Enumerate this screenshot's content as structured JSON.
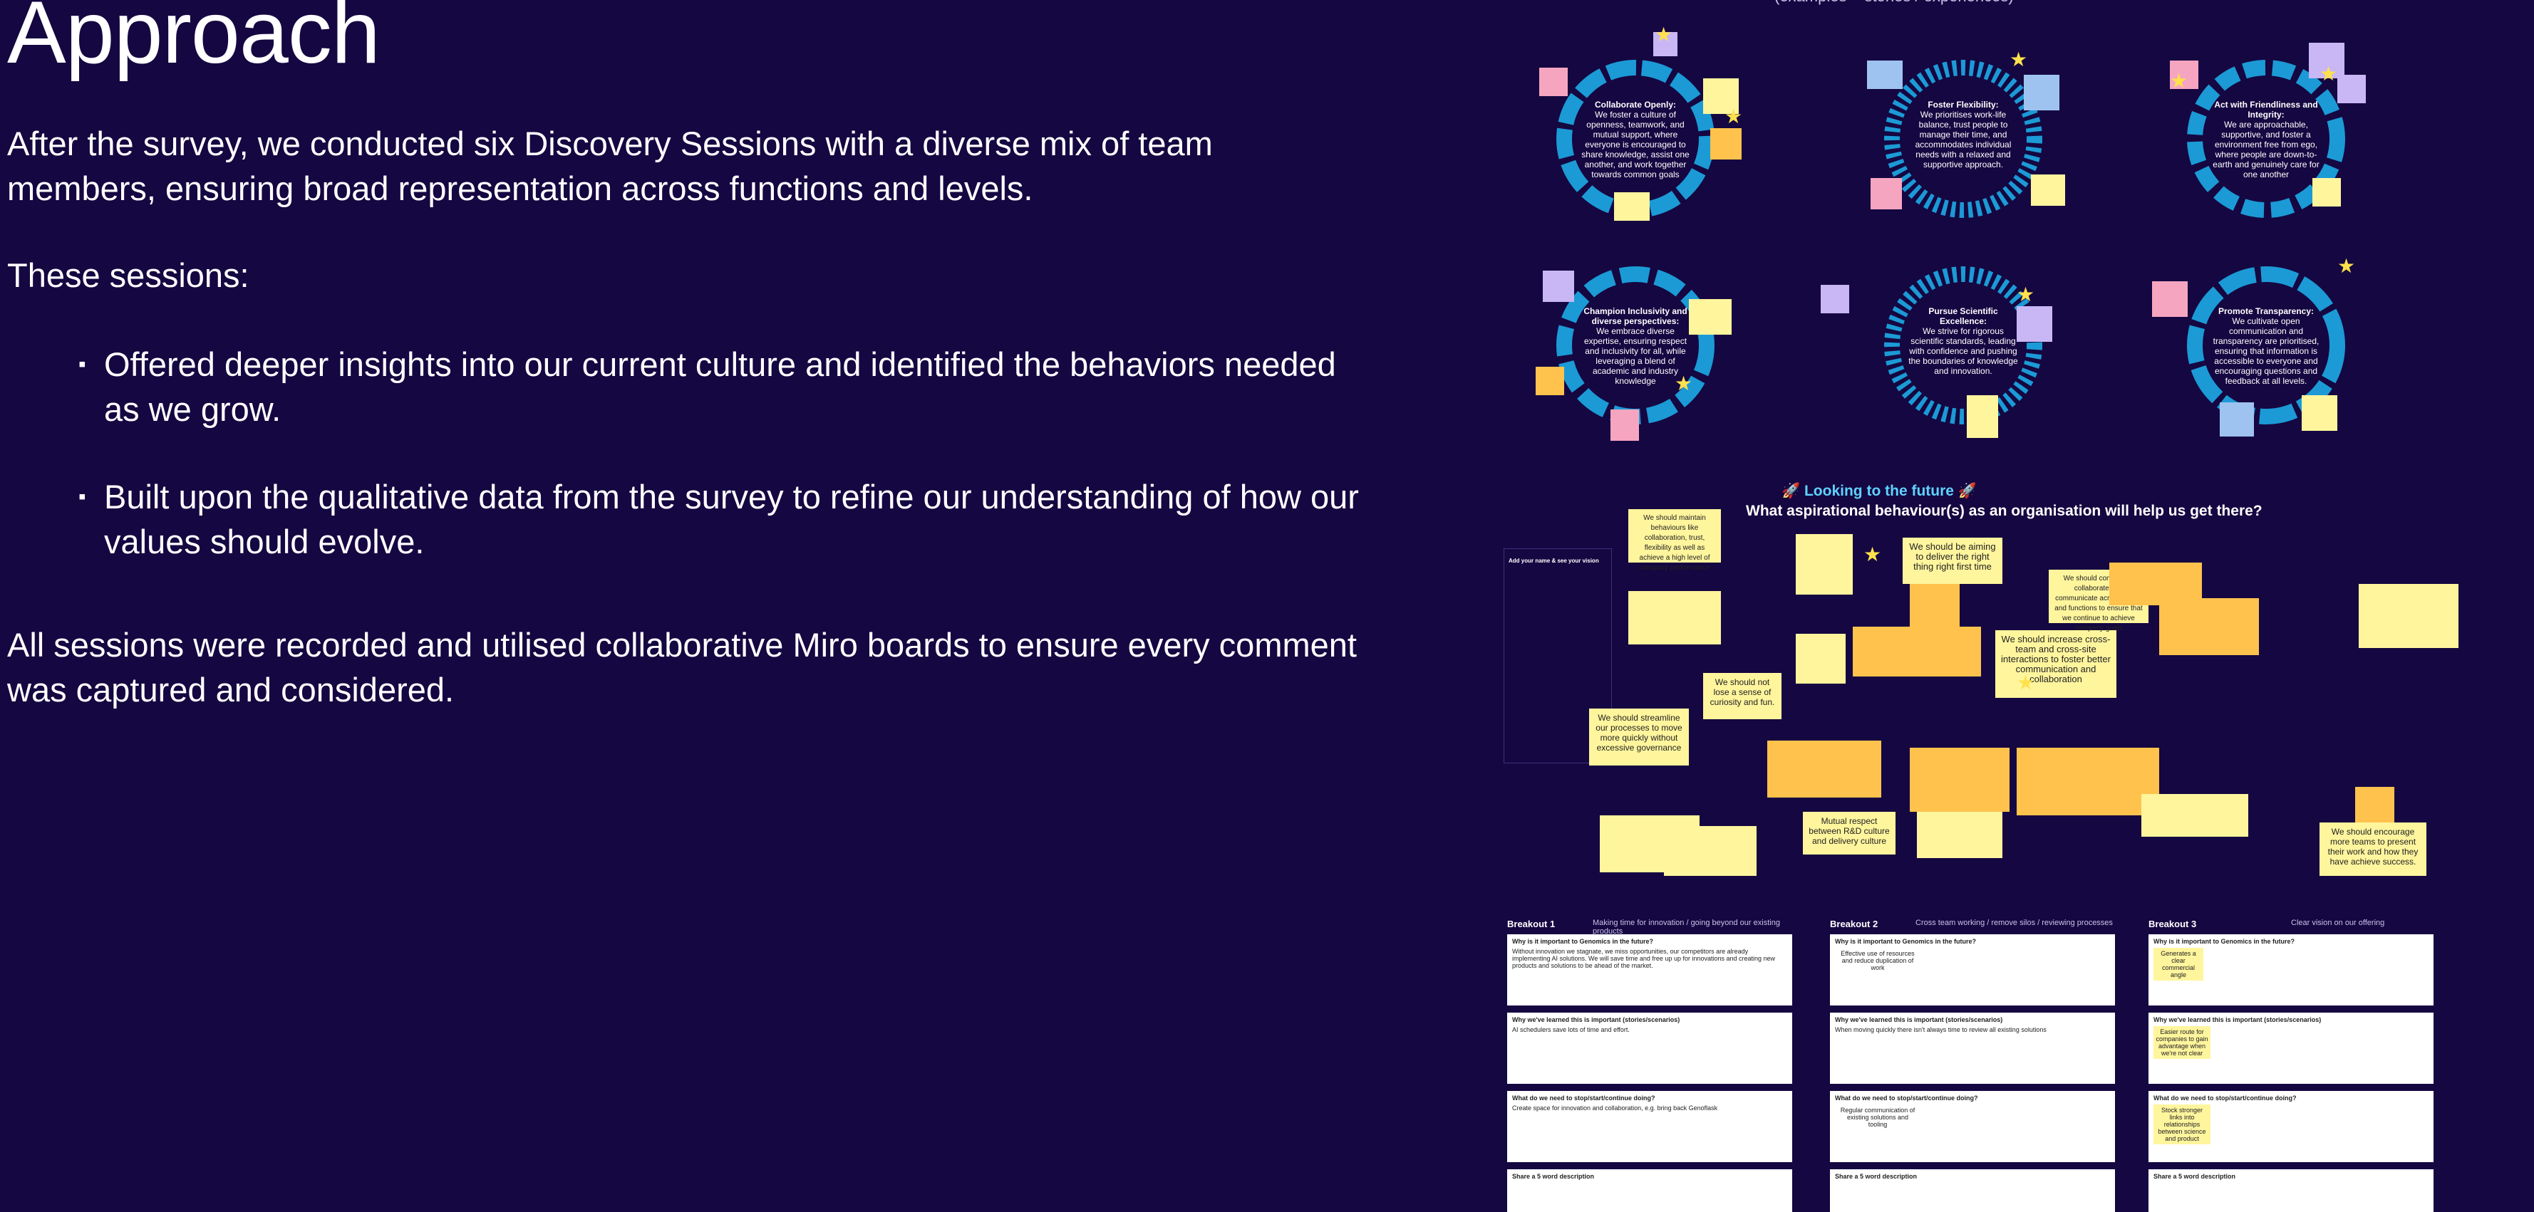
{
  "title": "Approach",
  "para1": "After the survey, we conducted six Discovery Sessions with a diverse mix of team members, ensuring broad representation across functions and levels.",
  "para2": "These sessions:",
  "bullets": [
    "Offered deeper insights into our current culture and identified the behaviors needed as we grow.",
    "Built upon the qualitative data from the survey to refine our understanding of how our values should evolve."
  ],
  "para3": "All sessions were recorded and utilised collaborative Miro boards to ensure every comment was captured and considered.",
  "board": {
    "caption": "(examples + stories / experiences)",
    "wheels": [
      {
        "name": "Collaborate Openly:",
        "text": "We foster a culture of openness, teamwork, and mutual support, where everyone is encouraged to share knowledge, assist one another, and work together towards common goals"
      },
      {
        "name": "Foster Flexibility:",
        "text": "We prioritises work-life balance, trust people to manage their time, and accommodates individual needs with a relaxed and supportive approach."
      },
      {
        "name": "Act with Friendliness and Integrity:",
        "text": "We are approachable, supportive, and foster a environment free from ego, where people are down-to-earth and genuinely care for one another"
      },
      {
        "name": "Champion Inclusivity and diverse perspectives:",
        "text": "We embrace diverse expertise, ensuring respect and inclusivity for all, while leveraging a blend of academic and industry knowledge"
      },
      {
        "name": "Pursue Scientific Excellence:",
        "text": "We strive for rigorous scientific standards, leading with confidence and pushing the boundaries of knowledge and innovation."
      },
      {
        "name": "Promote Transparency:",
        "text": "We cultivate open communication and transparency are prioritised, ensuring that information is accessible to everyone and encouraging questions and feedback at all levels."
      }
    ],
    "looking_future": "🚀 Looking to the future 🚀",
    "question": "What aspirational behaviour(s) as an organisation will help us get there?",
    "panel_title": "Add your name & see your vision",
    "notes": [
      "We should be aiming to deliver the right thing right first time",
      "We should increase cross-team and cross-site interactions to foster better communication and collaboration",
      "We should not lose a sense of curiosity and fun.",
      "We should streamline our processes to move more quickly without excessive governance",
      "Mutual respect between R&D culture and delivery culture",
      "We should encourage more teams to present their work and how they have achieve success.",
      "We should continue to collaborate and communicate across teams and functions to ensure that we continue to achieve company goals",
      "We should maintain behaviours like collaboration, trust, flexibility as well as achieve a high level of company performance"
    ],
    "breakouts": [
      {
        "title": "Breakout 1",
        "sub": "Making time for innovation / going beyond our existing products",
        "q1": "Why is it important to Genomics in the future?",
        "a1": "Without innovation we stagnate, we miss opportunities, our competitors are already implementing AI solutions. We will save time and free up up for innovations and creating new products and solutions to be ahead of the market.",
        "q2": "Why we've learned this is important (stories/scenarios)",
        "a2": "AI schedulers save lots of time and effort.",
        "q3": "What do we need to stop/start/continue doing?",
        "a3": "Create space for innovation and collaboration, e.g. bring back Genoflask",
        "q4": "Share a 5 word description"
      },
      {
        "title": "Breakout 2",
        "sub": "Cross team working / remove silos / reviewing processes",
        "q1": "Why is it important to Genomics in the future?",
        "a1": "Effective use of resources and reduce duplication of work",
        "q2": "Why we've learned this is important (stories/scenarios)",
        "a2": "When moving quickly there isn't always time to review all existing solutions",
        "q3": "What do we need to stop/start/continue doing?",
        "a3": "Regular communication of existing solutions and tooling",
        "q4": "Share a 5 word description"
      },
      {
        "title": "Breakout 3",
        "sub": "Clear vision on our offering",
        "q1": "Why is it important to Genomics in the future?",
        "a1": "Generates a clear commercial angle",
        "q2": "Why we've learned this is important (stories/scenarios)",
        "a2": "Easier route for companies to gain advantage when we're not clear",
        "q3": "What do we need to stop/start/continue doing?",
        "a3": "Stock stronger links into relationships between science and product",
        "q4": "Share a 5 word description"
      }
    ]
  }
}
